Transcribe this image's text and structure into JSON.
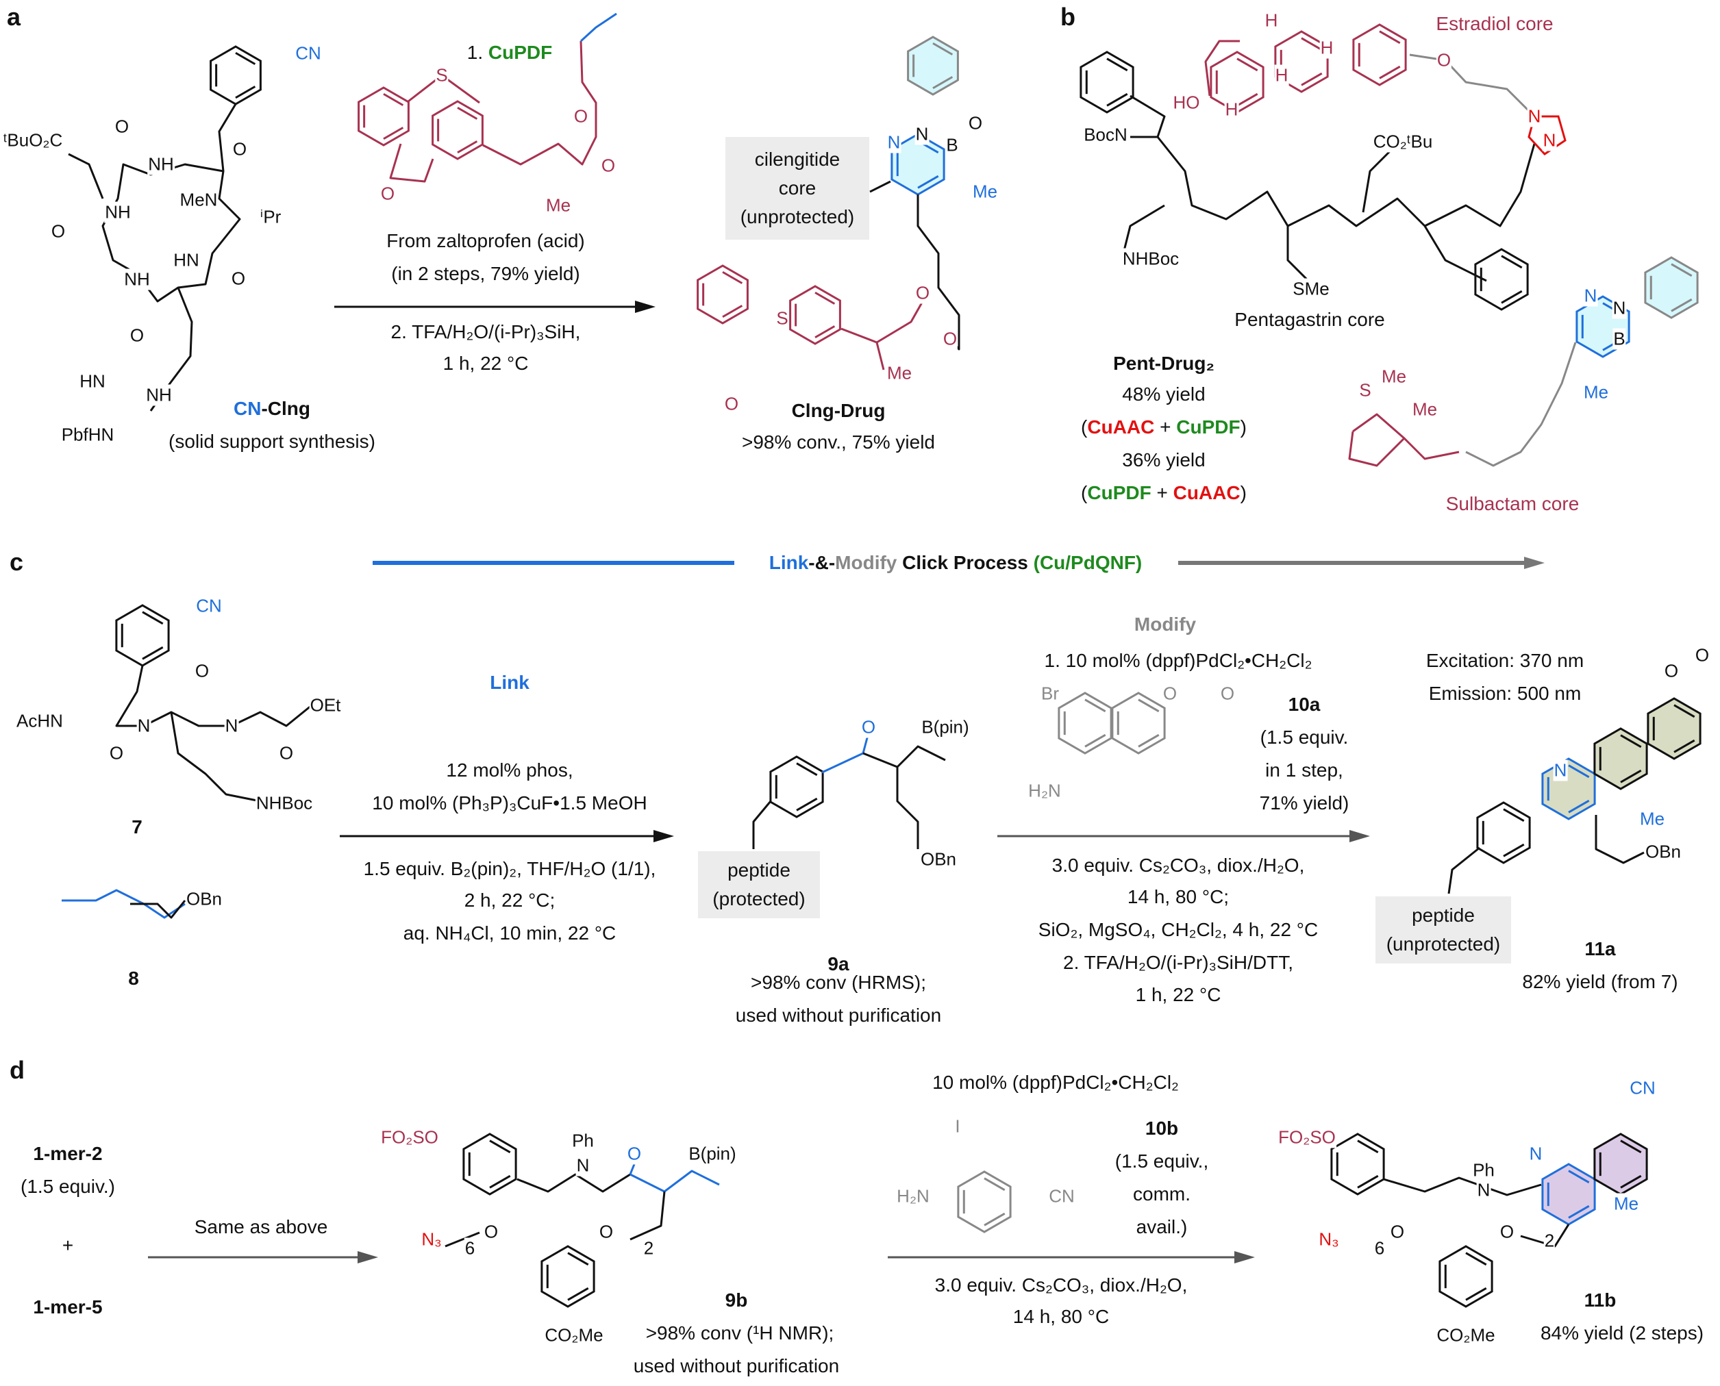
{
  "panel_labels": {
    "a": "a",
    "b": "b",
    "c": "c",
    "d": "d"
  },
  "colors": {
    "blue": "#1f6fdc",
    "green": "#1e8a1e",
    "red": "#e31010",
    "maroon": "#a83250",
    "gray": "#888888",
    "diazaborine_fill": "#d6f7fb",
    "coumarin_fill": "#d8dcc2",
    "quinoline_fill": "#dccbe6"
  },
  "panel_a": {
    "step1_prefix": "1. ",
    "step1_reagent": "CuPDF",
    "reagent_note_1": "From zaltoprofen (acid)",
    "reagent_note_2": "(in 2 steps, 79% yield)",
    "step2_line1": "2. TFA/H₂O/(i-Pr)₃SiH,",
    "step2_line2": "1 h, 22 °C",
    "sm_name_prefix": "CN",
    "sm_name_suffix": "-Clng",
    "sm_note": "(solid support synthesis)",
    "core_box": [
      "cilengitide",
      "core",
      "(unprotected)"
    ],
    "product_name": "Clng-Drug",
    "product_note": ">98% conv., 75% yield",
    "atoms": {
      "cn": "CN",
      "tbu_ester": "ᵗBuO₂C",
      "o": "O",
      "nh": "NH",
      "h": "H",
      "n": "N",
      "men": "MeN",
      "ipr": "ⁱPr",
      "hn": "HN",
      "pbfhn": "PbfHN",
      "s": "S",
      "me": "Me",
      "b": "B"
    }
  },
  "panel_b": {
    "estradiol_label": "Estradiol core",
    "pentagastrin_label": "Pentagastrin core",
    "sulbactam_label": "Sulbactam core",
    "product_name": "Pent-Drug₂",
    "yield_1": "48% yield",
    "order_1": [
      "CuAAC",
      "CuPDF"
    ],
    "yield_2": "36% yield",
    "order_2": [
      "CuPDF",
      "CuAAC"
    ],
    "atoms": {
      "bocn": "BocN",
      "ho": "HO",
      "h": "H",
      "nhboc": "NHBoc",
      "sme": "SMe",
      "co2tbu": "CO₂ᵗBu",
      "o": "O",
      "n": "N",
      "nh": "H",
      "me": "Me",
      "b": "B",
      "s": "S"
    }
  },
  "panel_c": {
    "process_title_link": "Link",
    "process_title_sep": "-&-",
    "process_title_modify": "Modify",
    "process_title_rest": " Click Process ",
    "process_title_cat": "(Cu/PdQNF)",
    "link_label": "Link",
    "link_cond": [
      "12 mol% phos,",
      "10 mol% (Ph₃P)₃CuF•1.5 MeOH",
      "1.5 equiv. B₂(pin)₂, THF/H₂O (1/1),",
      "2 h, 22 °C;",
      "aq. NH₄Cl, 10 min, 22 °C"
    ],
    "compound_7": "7",
    "compound_8": "8",
    "peptide_protected": [
      "peptide",
      "(protected)"
    ],
    "compound_9a": "9a",
    "note_9a": [
      ">98% conv (HRMS);",
      "used without purification"
    ],
    "modify_label": "Modify",
    "modify_cond_1": "1. 10 mol% (dppf)PdCl₂•CH₂Cl₂",
    "compound_10a": "10a",
    "note_10a": [
      "(1.5 equiv.",
      "in 1 step,",
      "71% yield)"
    ],
    "modify_cond_2": [
      "3.0 equiv. Cs₂CO₃, diox./H₂O,",
      "14 h, 80 °C;",
      "SiO₂, MgSO₄, CH₂Cl₂, 4 h, 22 °C",
      "2. TFA/H₂O/(i-Pr)₃SiH/DTT,",
      "1 h, 22 °C"
    ],
    "excitation": "Excitation: 370 nm",
    "emission": "Emission: 500 nm",
    "peptide_unprotected": [
      "peptide",
      "(unprotected)"
    ],
    "compound_11a": "11a",
    "yield_11a": "82% yield (from 7)",
    "atoms": {
      "cn": "CN",
      "achn": "AcHN",
      "o": "O",
      "h": "H",
      "n": "N",
      "oet": "OEt",
      "nhboc": "NHBoc",
      "obn": "OBn",
      "bpin": "B(pin)",
      "br": "Br",
      "h2n": "H₂N",
      "me": "Me"
    }
  },
  "panel_d": {
    "reactant_1": "1-mer-2",
    "reactant_1_note": "(1.5 equiv.)",
    "plus": "+",
    "reactant_2": "1-mer-5",
    "same_as_above": "Same as above",
    "compound_9b": "9b",
    "note_9b": [
      ">98% conv (¹H NMR);",
      "used without purification"
    ],
    "cond_top": "10 mol% (dppf)PdCl₂•CH₂Cl₂",
    "compound_10b": "10b",
    "note_10b": [
      "(1.5 equiv.,",
      "comm.",
      "avail.)"
    ],
    "cond_bottom": [
      "3.0 equiv. Cs₂CO₃, diox./H₂O,",
      "14 h, 80 °C"
    ],
    "compound_11b": "11b",
    "yield_11b": "84% yield (2 steps)",
    "atoms": {
      "fo2so": "FO₂SO",
      "ph": "Ph",
      "n": "N",
      "o": "O",
      "bpin": "B(pin)",
      "n3": "N₃",
      "co2me": "CO₂Me",
      "sub6": "6",
      "sub2": "2",
      "i": "I",
      "h2n": "H₂N",
      "cn": "CN",
      "me": "Me"
    }
  }
}
